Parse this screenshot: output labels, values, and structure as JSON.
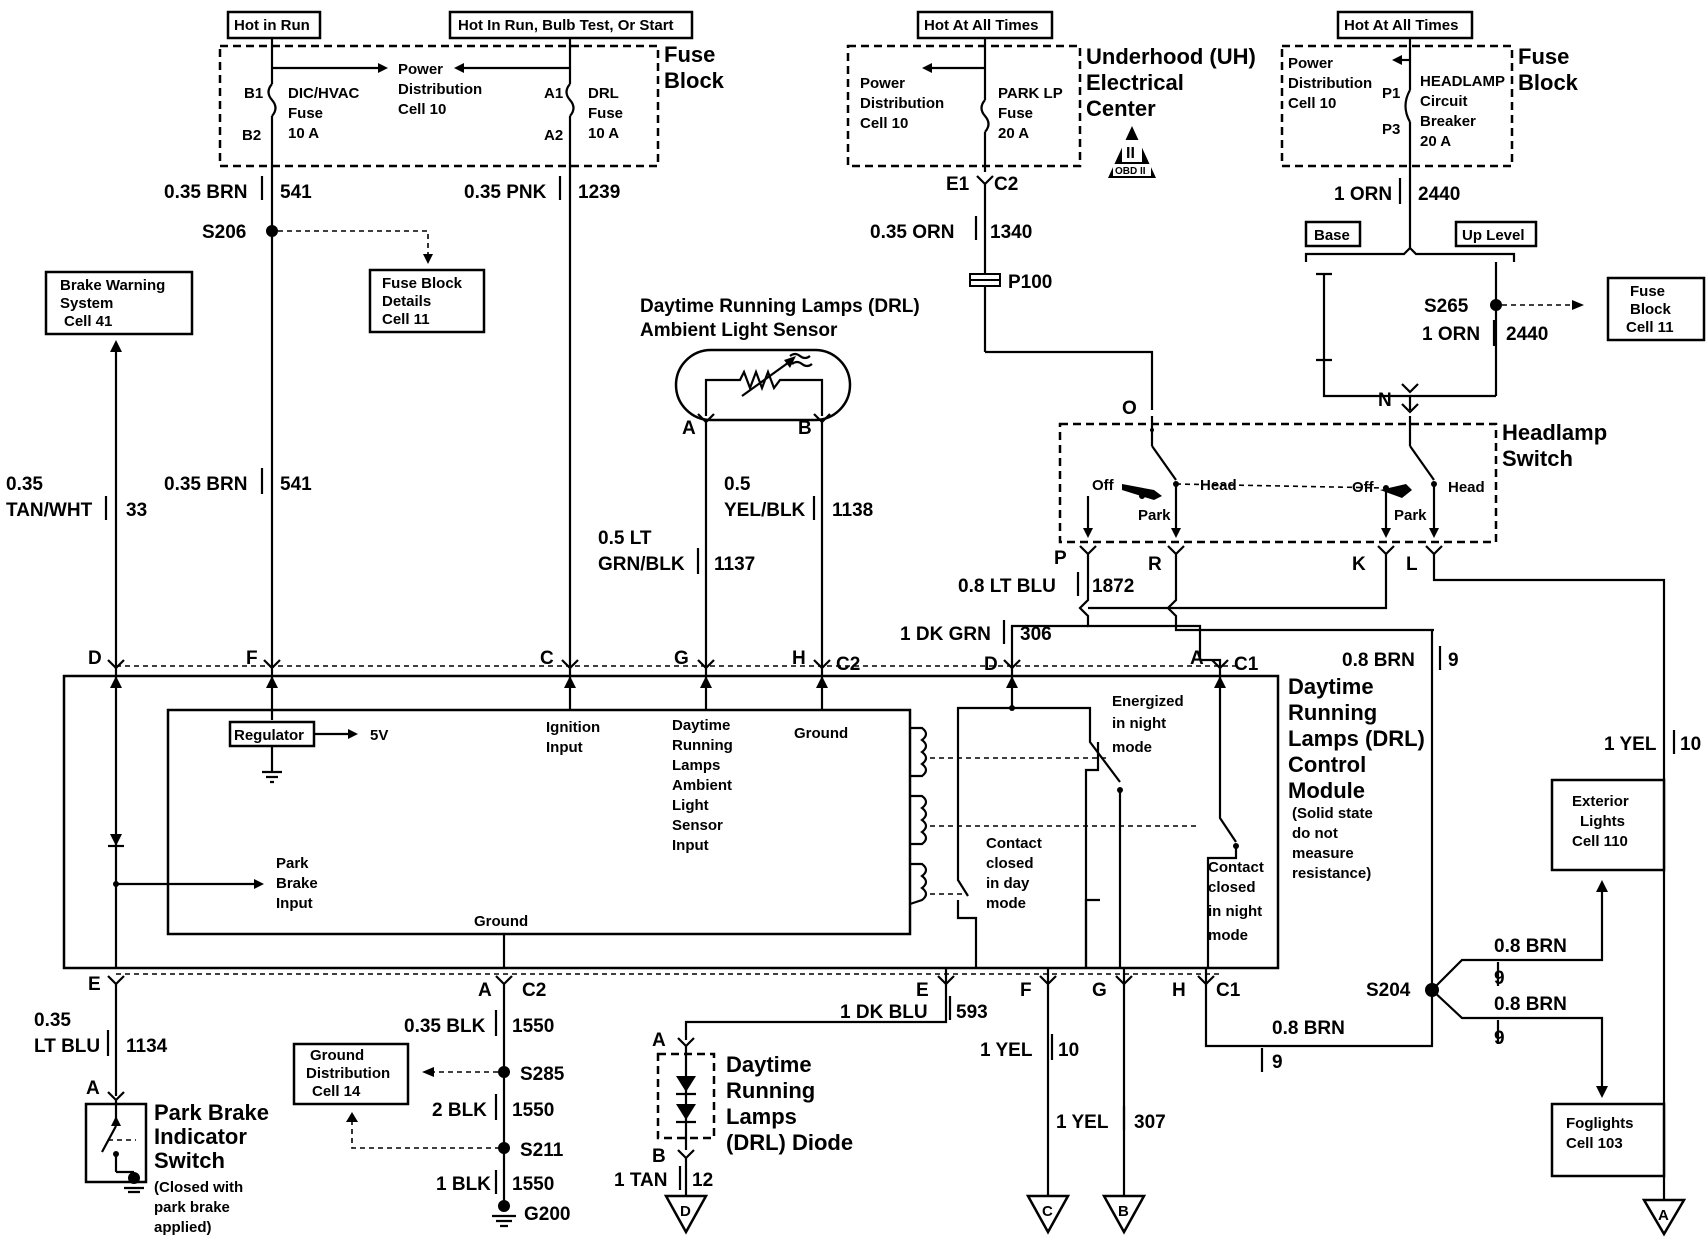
{
  "hot_labels": {
    "hot_run": "Hot in Run",
    "hot_run_bulb": "Hot In Run, Bulb Test, Or Start",
    "hot_all_1": "Hot At All Times",
    "hot_all_2": "Hot At All Times"
  },
  "fuse_block_left": {
    "title_1": "Fuse",
    "title_2": "Block",
    "pdc_1": "Power",
    "pdc_2": "Distribution",
    "pdc_3": "Cell 10",
    "fuse_b_name_1": "DIC/HVAC",
    "fuse_b_name_2": "Fuse",
    "fuse_b_amp": "10 A",
    "pin_b1": "B1",
    "pin_b2": "B2",
    "fuse_a_name_1": "DRL",
    "fuse_a_name_2": "Fuse",
    "fuse_a_amp": "10 A",
    "pin_a1": "A1",
    "pin_a2": "A2"
  },
  "uh_center": {
    "title_1": "Underhood (UH)",
    "title_2": "Electrical",
    "title_3": "Center",
    "pdc_1": "Power",
    "pdc_2": "Distribution",
    "pdc_3": "Cell 10",
    "fuse_name_1": "PARK LP",
    "fuse_name_2": "Fuse",
    "fuse_amp": "20 A",
    "obd_roman": "II",
    "obd_text": "OBD II",
    "pin_e1": "E1",
    "conn_c2": "C2"
  },
  "fuse_block_right": {
    "title_1": "Fuse",
    "title_2": "Block",
    "pdc_1": "Power",
    "pdc_2": "Distribution",
    "pdc_3": "Cell 10",
    "cb_name_1": "HEADLAMP",
    "cb_name_2": "Circuit",
    "cb_name_3": "Breaker",
    "cb_amp": "20 A",
    "pin_p1": "P1",
    "pin_p3": "P3"
  },
  "wires": {
    "w541_gauge": "0.35 BRN",
    "w541_num": "541",
    "w541b_gauge": "0.35 BRN",
    "w541b_num": "541",
    "w1239_gauge": "0.35 PNK",
    "w1239_num": "1239",
    "w1340_gauge": "0.35 ORN",
    "w1340_num": "1340",
    "w2440_gauge": "1 ORN",
    "w2440_num": "2440",
    "w2440b_gauge": "1 ORN",
    "w2440b_num": "2440",
    "w33_gauge_1": "0.35",
    "w33_gauge_2": "TAN/WHT",
    "w33_num": "33",
    "w1138_gauge_1": "0.5",
    "w1138_gauge_2": "YEL/BLK",
    "w1138_num": "1138",
    "w1137_gauge_1": "0.5 LT",
    "w1137_gauge_2": "GRN/BLK",
    "w1137_num": "1137",
    "w1872_gauge": "0.8 LT BLU",
    "w1872_num": "1872",
    "w306_gauge": "1 DK GRN",
    "w306_num": "306",
    "w9_gauge": "0.8 BRN",
    "w9_num": "9",
    "w10_gauge": "1 YEL",
    "w10_num": "10",
    "w1134_gauge_1": "0.35",
    "w1134_gauge_2": "LT BLU",
    "w1134_num": "1134",
    "w1550a_gauge": "0.35 BLK",
    "w1550a_num": "1550",
    "w1550b_gauge": "2 BLK",
    "w1550b_num": "1550",
    "w1550c_gauge": "1 BLK",
    "w1550c_num": "1550",
    "w593_gauge": "1 DK BLU",
    "w593_num": "593",
    "w12_gauge": "1 TAN",
    "w12_num": "12",
    "wF10_gauge": "1 YEL",
    "wF10_num": "10",
    "w307_gauge": "1 YEL",
    "w307_num": "307",
    "wH9_gauge": "0.8 BRN",
    "wH9_num": "9",
    "wS204a_gauge": "0.8 BRN",
    "wS204a_num": "9",
    "wS204b_gauge": "0.8 BRN",
    "wS204b_num": "9"
  },
  "splices": {
    "s206": "S206",
    "s265": "S265",
    "s285": "S285",
    "s211": "S211",
    "s204": "S204",
    "p100": "P100",
    "g200": "G200"
  },
  "refs": {
    "brake_warning_1": "Brake Warning",
    "brake_warning_2": "System",
    "brake_warning_3": "Cell 41",
    "fuse_details_1": "Fuse Block",
    "fuse_details_2": "Details",
    "fuse_details_3": "Cell 11",
    "fuse_block_r_1": "Fuse",
    "fuse_block_r_2": "Block",
    "fuse_block_r_3": "Cell 11",
    "ground_dist_1": "Ground",
    "ground_dist_2": "Distribution",
    "ground_dist_3": "Cell 14",
    "ext_lights_1": "Exterior",
    "ext_lights_2": "Lights",
    "ext_lights_3": "Cell 110",
    "foglights_1": "Foglights",
    "foglights_2": "Cell 103",
    "base": "Base",
    "up_level": "Up Level"
  },
  "sensor": {
    "title_1": "Daytime Running Lamps (DRL)",
    "title_2": "Ambient Light Sensor",
    "pin_a": "A",
    "pin_b": "B"
  },
  "headlamp_switch": {
    "title_1": "Headlamp",
    "title_2": "Switch",
    "off_1": "Off",
    "head_1": "Head",
    "park_1": "Park",
    "off_2": "Off",
    "head_2": "Head",
    "park_2": "Park",
    "pin_o": "O",
    "pin_n": "N",
    "pin_p": "P",
    "pin_r": "R",
    "pin_k": "K",
    "pin_l": "L"
  },
  "module": {
    "title_1": "Daytime",
    "title_2": "Running",
    "title_3": "Lamps (DRL)",
    "title_4": "Control",
    "title_5": "Module",
    "note_1": "(Solid state",
    "note_2": "do not",
    "note_3": "measure",
    "note_4": "resistance)",
    "regulator": "Regulator",
    "v5": "5V",
    "ignition_1": "Ignition",
    "ignition_2": "Input",
    "sensor_in_1": "Daytime",
    "sensor_in_2": "Running",
    "sensor_in_3": "Lamps",
    "sensor_in_4": "Ambient",
    "sensor_in_5": "Light",
    "sensor_in_6": "Sensor",
    "sensor_in_7": "Input",
    "ground_in": "Ground",
    "park_brake_1": "Park",
    "park_brake_2": "Brake",
    "park_brake_3": "Input",
    "ground_bottom": "Ground",
    "energized_1": "Energized",
    "energized_2": "in night",
    "energized_3": "mode",
    "day_1": "Contact",
    "day_2": "closed",
    "day_3": "in day",
    "day_4": "mode",
    "night_1": "Contact",
    "night_2": "closed",
    "night_3": "in night",
    "night_4": "mode",
    "top_d": "D",
    "top_f": "F",
    "top_c": "C",
    "top_g": "G",
    "top_h": "H",
    "top_c2": "C2",
    "top_d2": "D",
    "top_a": "A",
    "top_c1": "C1",
    "bot_e": "E",
    "bot_a": "A",
    "bot_c2": "C2",
    "bot_e2": "E",
    "bot_f": "F",
    "bot_g": "G",
    "bot_h": "H",
    "bot_c1": "C1"
  },
  "park_brake_switch": {
    "title_1": "Park Brake",
    "title_2": "Indicator",
    "title_3": "Switch",
    "note_1": "(Closed with",
    "note_2": "park brake",
    "note_3": "applied)",
    "pin_a": "A"
  },
  "diode": {
    "title_1": "Daytime",
    "title_2": "Running",
    "title_3": "Lamps",
    "title_4": "(DRL) Diode",
    "pin_a": "A",
    "pin_b": "B"
  },
  "offpage": {
    "d": "D",
    "c": "C",
    "b": "B",
    "a": "A"
  }
}
